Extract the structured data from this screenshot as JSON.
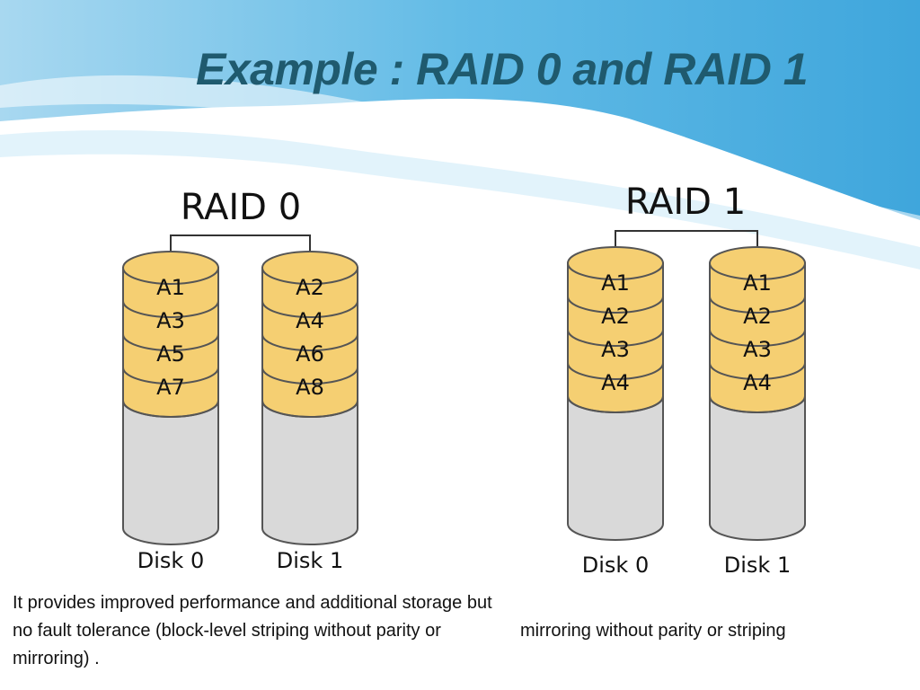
{
  "slide": {
    "title": "Example : RAID 0 and RAID 1",
    "left_caption": "It provides improved performance and additional storage but no fault tolerance (block-level striping without parity or mirroring) .",
    "right_caption": "mirroring without parity or striping"
  },
  "colors": {
    "title": "#1f5a6e",
    "block_fill": "#f5cf72",
    "block_stroke": "#555555",
    "disk_fill": "#d9d9d9",
    "wave": "#5ab4e0"
  },
  "raid_arrays": [
    {
      "label": "RAID 0",
      "disks": [
        {
          "label": "Disk 0",
          "blocks": [
            "A1",
            "A3",
            "A5",
            "A7"
          ]
        },
        {
          "label": "Disk 1",
          "blocks": [
            "A2",
            "A4",
            "A6",
            "A8"
          ]
        }
      ]
    },
    {
      "label": "RAID 1",
      "disks": [
        {
          "label": "Disk 0",
          "blocks": [
            "A1",
            "A2",
            "A3",
            "A4"
          ]
        },
        {
          "label": "Disk 1",
          "blocks": [
            "A1",
            "A2",
            "A3",
            "A4"
          ]
        }
      ]
    }
  ]
}
